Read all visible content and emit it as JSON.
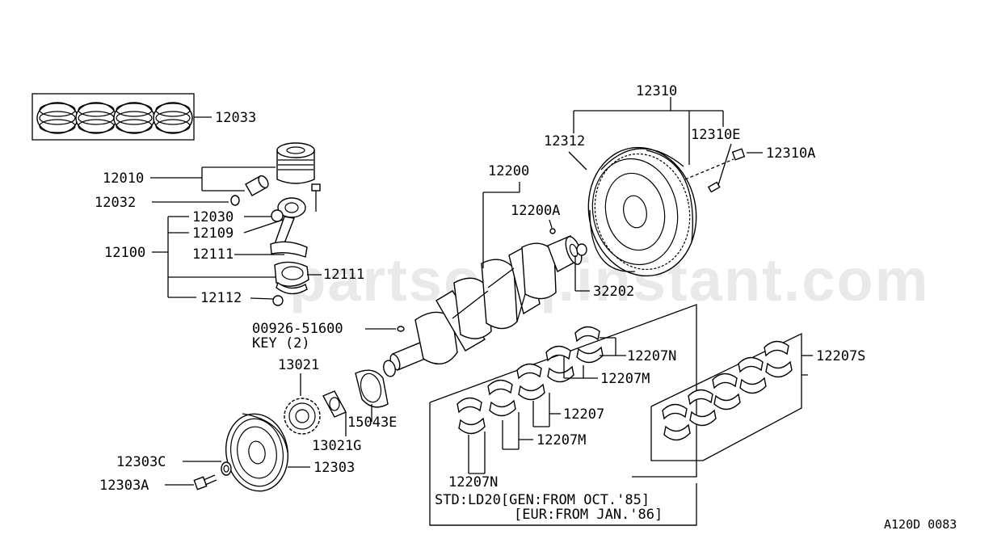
{
  "watermark": "partsouq.instant.com",
  "diagram_code": "A120D 0083",
  "labels": {
    "l12033": "12033",
    "l12010": "12010",
    "l12032": "12032",
    "l12030": "12030",
    "l12109": "12109",
    "l12100": "12100",
    "l12111a": "12111",
    "l12111b": "12111",
    "l12112": "12112",
    "l00926": "00926-51600",
    "lkey": "KEY (2)",
    "l13021": "13021",
    "l13021g": "13021G",
    "l15043e": "15043E",
    "l12303c": "12303C",
    "l12303": "12303",
    "l12303a": "12303A",
    "l12200": "12200",
    "l12200a": "12200A",
    "l32202": "32202",
    "l12310": "12310",
    "l12312": "12312",
    "l12310e": "12310E",
    "l12310a": "12310A",
    "l12207n_top": "12207N",
    "l12207m_top": "12207M",
    "l12207": "12207",
    "l12207m_bot": "12207M",
    "l12207n_bot": "12207N",
    "l12207s": "12207S",
    "note_line1": "STD:LD20[GEN:FROM OCT.'85]",
    "note_line2": "[EUR:FROM JAN.'86]"
  }
}
